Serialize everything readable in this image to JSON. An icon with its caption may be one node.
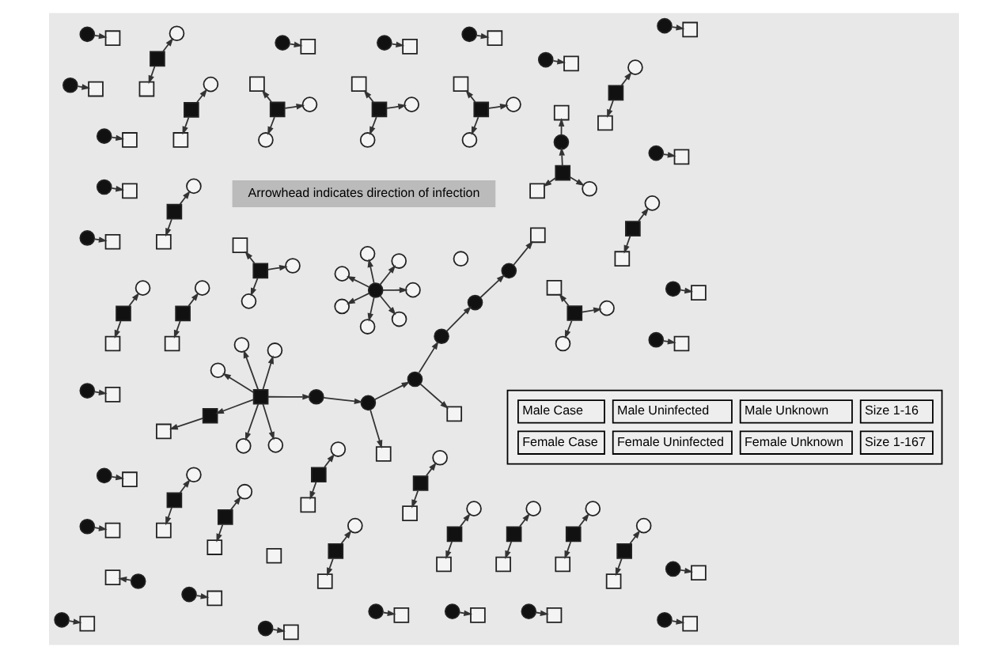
{
  "diagram": {
    "nodes": [
      {
        "text": [],
        "shape": "box"
      },
      {
        "text": [],
        "shape": "circle"
      },
      {
        "text": [],
        "shape": "circle"
      },
      {
        "text": [],
        "shape": "box"
      },
      {
        "text": [],
        "shape": "box"
      },
      {
        "text": [],
        "shape": "circle"
      },
      {
        "text": [],
        "shape": "circle"
      },
      {
        "text": [],
        "shape": "box"
      },
      {
        "text": [],
        "shape": "box"
      },
      {
        "text": [],
        "shape": "circle"
      },
      {
        "text": [],
        "shape": "circle"
      },
      {
        "text": [],
        "shape": "box"
      },
      {
        "text": [],
        "shape": "box"
      },
      {
        "text": [],
        "shape": "circle"
      },
      {
        "text": [],
        "shape": "circle"
      },
      {
        "text": [],
        "shape": "box"
      },
      {
        "text": [],
        "shape": "box"
      },
      {
        "text": [],
        "shape": "circle"
      },
      {
        "text": [],
        "shape": "circle"
      },
      {
        "text": [],
        "shape": "box"
      },
      {
        "text": [],
        "shape": "box"
      },
      {
        "text": [],
        "shape": "circle"
      },
      {
        "text": [],
        "shape": "box"
      },
      {
        "text": [],
        "shape": "circle"
      },
      {
        "text": [],
        "shape": "box"
      },
      {
        "text": [],
        "shape": "box"
      },
      {
        "text": [],
        "shape": "circle"
      },
      {
        "text": [],
        "shape": "circle"
      },
      {
        "text": [],
        "shape": "circle"
      },
      {
        "text": [],
        "shape": "circle"
      },
      {
        "text": [],
        "shape": "circle"
      },
      {
        "text": [],
        "shape": "circle"
      },
      {
        "text": [],
        "shape": "circle"
      },
      {
        "text": [],
        "shape": "circle"
      },
      {
        "text": [],
        "shape": "circle"
      },
      {
        "text": [],
        "shape": "circle"
      },
      {
        "text": [],
        "shape": "box"
      },
      {
        "text": [],
        "shape": "box"
      },
      {
        "text": [],
        "shape": "box"
      },
      {
        "text": [],
        "shape": "circle"
      },
      {
        "text": [],
        "shape": "circle"
      },
      {
        "text": [],
        "shape": "circle"
      },
      {
        "text": [],
        "shape": "circle"
      },
      {
        "text": [],
        "shape": "circle"
      },
      {
        "text": [],
        "shape": "circle"
      },
      {
        "text": [],
        "shape": "circle"
      },
      {
        "text": [],
        "shape": "circle"
      },
      {
        "text": [],
        "shape": "box"
      },
      {
        "text": [],
        "shape": "circle"
      },
      {
        "text": [],
        "shape": "box"
      },
      {
        "text": [],
        "shape": "circle"
      },
      {
        "text": [],
        "shape": "box"
      },
      {
        "text": [],
        "shape": "box"
      },
      {
        "text": [],
        "shape": "circle"
      },
      {
        "text": [],
        "shape": "box"
      },
      {
        "text": [],
        "shape": "box"
      },
      {
        "text": [],
        "shape": "circle"
      },
      {
        "text": [],
        "shape": "box"
      },
      {
        "text": [],
        "shape": "box"
      },
      {
        "text": [],
        "shape": "circle"
      },
      {
        "text": [],
        "shape": "box"
      },
      {
        "text": [],
        "shape": "box"
      },
      {
        "text": [],
        "shape": "circle"
      },
      {
        "text": [],
        "shape": "box"
      },
      {
        "text": [],
        "shape": "box"
      },
      {
        "text": [],
        "shape": "circle"
      },
      {
        "text": [],
        "shape": "box"
      },
      {
        "text": [],
        "shape": "box"
      },
      {
        "text": [],
        "shape": "circle"
      },
      {
        "text": [],
        "shape": "box"
      },
      {
        "text": [],
        "shape": "box"
      },
      {
        "text": [],
        "shape": "circle"
      },
      {
        "text": [],
        "shape": "box"
      },
      {
        "text": [],
        "shape": "box"
      },
      {
        "text": [],
        "shape": "circle"
      },
      {
        "text": [],
        "shape": "box"
      },
      {
        "text": [],
        "shape": "box"
      },
      {
        "text": [],
        "shape": "circle"
      },
      {
        "text": [],
        "shape": "box"
      },
      {
        "text": [],
        "shape": "box"
      },
      {
        "text": [],
        "shape": "circle"
      },
      {
        "text": [],
        "shape": "box"
      },
      {
        "text": [],
        "shape": "box"
      },
      {
        "text": [],
        "shape": "circle"
      },
      {
        "text": [],
        "shape": "box"
      },
      {
        "text": [],
        "shape": "box"
      },
      {
        "text": [],
        "shape": "circle"
      },
      {
        "text": [],
        "shape": "box"
      },
      {
        "text": [],
        "shape": "box"
      },
      {
        "text": [],
        "shape": "circle"
      },
      {
        "text": [],
        "shape": "box"
      },
      {
        "text": [],
        "shape": "box"
      },
      {
        "text": [],
        "shape": "circle"
      },
      {
        "text": [],
        "shape": "box"
      },
      {
        "text": [],
        "shape": "box"
      },
      {
        "text": [],
        "shape": "circle"
      },
      {
        "text": [],
        "shape": "box"
      },
      {
        "text": [],
        "shape": "box"
      },
      {
        "text": [],
        "shape": "circle"
      },
      {
        "text": [],
        "shape": "box"
      },
      {
        "text": [],
        "shape": "circle"
      },
      {
        "text": [],
        "shape": "box"
      },
      {
        "text": [],
        "shape": "circle"
      },
      {
        "text": [],
        "shape": "box"
      },
      {
        "text": [],
        "shape": "circle"
      },
      {
        "text": [],
        "shape": "box"
      },
      {
        "text": [],
        "shape": "circle"
      },
      {
        "text": [],
        "shape": "box"
      },
      {
        "text": [],
        "shape": "circle"
      },
      {
        "text": [],
        "shape": "box"
      },
      {
        "text": [],
        "shape": "circle"
      },
      {
        "text": [],
        "shape": "box"
      },
      {
        "text": [],
        "shape": "circle"
      },
      {
        "text": [],
        "shape": "box"
      },
      {
        "text": [],
        "shape": "circle"
      },
      {
        "text": [],
        "shape": "box"
      },
      {
        "text": [],
        "shape": "circle"
      },
      {
        "text": [],
        "shape": "box"
      },
      {
        "text": [],
        "shape": "circle"
      },
      {
        "text": [],
        "shape": "box"
      },
      {
        "text": [],
        "shape": "circle"
      },
      {
        "text": [],
        "shape": "box"
      },
      {
        "text": [],
        "shape": "circle"
      },
      {
        "text": [],
        "shape": "box"
      },
      {
        "text": [],
        "shape": "circle"
      },
      {
        "text": [],
        "shape": "box"
      },
      {
        "text": [],
        "shape": "circle"
      },
      {
        "text": [],
        "shape": "box"
      },
      {
        "text": [],
        "shape": "circle"
      },
      {
        "text": [],
        "shape": "box"
      },
      {
        "text": [],
        "shape": "circle"
      },
      {
        "text": [],
        "shape": "box"
      },
      {
        "text": [],
        "shape": "circle"
      },
      {
        "text": [],
        "shape": "box"
      },
      {
        "text": [],
        "shape": "circle"
      },
      {
        "text": [],
        "shape": "box"
      },
      {
        "text": [],
        "shape": "circle"
      },
      {
        "text": [],
        "shape": "box"
      },
      {
        "text": [],
        "shape": "circle"
      },
      {
        "text": [],
        "shape": "box"
      },
      {
        "text": [],
        "shape": "circle"
      },
      {
        "text": [],
        "shape": "box"
      },
      {
        "text": [],
        "shape": "circle"
      },
      {
        "text": [],
        "shape": "box"
      },
      {
        "text": [],
        "shape": "circle"
      },
      {
        "text": [],
        "shape": "box"
      },
      {
        "text": [],
        "shape": "circle"
      },
      {
        "text": [],
        "shape": "box"
      },
      {
        "text": [],
        "shape": "circle"
      },
      {
        "text": [],
        "shape": "box"
      }
    ],
    "edges": [
      {
        "from": 0,
        "to": 1,
        "arrow": "to"
      },
      {
        "from": 0,
        "to": 2,
        "arrow": "to"
      },
      {
        "from": 0,
        "to": 3,
        "arrow": "to"
      },
      {
        "from": 4,
        "to": 5,
        "arrow": "to"
      },
      {
        "from": 4,
        "to": 6,
        "arrow": "to"
      },
      {
        "from": 4,
        "to": 7,
        "arrow": "to"
      },
      {
        "from": 8,
        "to": 9,
        "arrow": "to"
      },
      {
        "from": 8,
        "to": 10,
        "arrow": "to"
      },
      {
        "from": 8,
        "to": 11,
        "arrow": "to"
      },
      {
        "from": 12,
        "to": 13,
        "arrow": "to"
      },
      {
        "from": 12,
        "to": 14,
        "arrow": "to"
      },
      {
        "from": 12,
        "to": 15,
        "arrow": "to"
      },
      {
        "from": 16,
        "to": 17,
        "arrow": "to"
      },
      {
        "from": 16,
        "to": 18,
        "arrow": "to"
      },
      {
        "from": 16,
        "to": 19,
        "arrow": "to"
      },
      {
        "from": 21,
        "to": 20,
        "arrow": "to"
      },
      {
        "from": 22,
        "to": 23,
        "arrow": "to"
      },
      {
        "from": 22,
        "to": 24,
        "arrow": "to"
      },
      {
        "from": 24,
        "to": 25,
        "arrow": "to"
      },
      {
        "from": 22,
        "to": 26,
        "arrow": "to"
      },
      {
        "from": 22,
        "to": 27,
        "arrow": "to"
      },
      {
        "from": 22,
        "to": 28,
        "arrow": "to"
      },
      {
        "from": 22,
        "to": 29,
        "arrow": "to"
      },
      {
        "from": 22,
        "to": 30,
        "arrow": "to"
      },
      {
        "from": 30,
        "to": 31,
        "arrow": "to"
      },
      {
        "from": 31,
        "to": 32,
        "arrow": "to"
      },
      {
        "from": 32,
        "to": 33,
        "arrow": "to"
      },
      {
        "from": 33,
        "to": 34,
        "arrow": "to"
      },
      {
        "from": 34,
        "to": 35,
        "arrow": "to"
      },
      {
        "from": 35,
        "to": 36,
        "arrow": "to"
      },
      {
        "from": 31,
        "to": 37,
        "arrow": "to"
      },
      {
        "from": 32,
        "to": 38,
        "arrow": "to"
      },
      {
        "from": 39,
        "to": 40,
        "arrow": "to"
      },
      {
        "from": 39,
        "to": 41,
        "arrow": "to"
      },
      {
        "from": 39,
        "to": 42,
        "arrow": "to"
      },
      {
        "from": 39,
        "to": 43,
        "arrow": "to"
      },
      {
        "from": 39,
        "to": 44,
        "arrow": "to"
      },
      {
        "from": 39,
        "to": 45,
        "arrow": "to"
      },
      {
        "from": 39,
        "to": 46,
        "arrow": "to"
      },
      {
        "from": 47,
        "to": 48,
        "arrow": "to"
      },
      {
        "from": 47,
        "to": 49,
        "arrow": "to"
      },
      {
        "from": 47,
        "to": 50,
        "arrow": "to"
      },
      {
        "from": 50,
        "to": 51,
        "arrow": "to"
      },
      {
        "from": 52,
        "to": 53,
        "arrow": "to"
      },
      {
        "from": 52,
        "to": 54,
        "arrow": "to"
      },
      {
        "from": 55,
        "to": 56,
        "arrow": "to"
      },
      {
        "from": 55,
        "to": 57,
        "arrow": "to"
      },
      {
        "from": 58,
        "to": 59,
        "arrow": "to"
      },
      {
        "from": 58,
        "to": 60,
        "arrow": "to"
      },
      {
        "from": 61,
        "to": 62,
        "arrow": "to"
      },
      {
        "from": 61,
        "to": 63,
        "arrow": "to"
      },
      {
        "from": 64,
        "to": 65,
        "arrow": "to"
      },
      {
        "from": 64,
        "to": 66,
        "arrow": "to"
      },
      {
        "from": 67,
        "to": 68,
        "arrow": "to"
      },
      {
        "from": 67,
        "to": 69,
        "arrow": "to"
      },
      {
        "from": 70,
        "to": 71,
        "arrow": "to"
      },
      {
        "from": 70,
        "to": 72,
        "arrow": "to"
      },
      {
        "from": 73,
        "to": 74,
        "arrow": "to"
      },
      {
        "from": 73,
        "to": 75,
        "arrow": "to"
      },
      {
        "from": 76,
        "to": 77,
        "arrow": "to"
      },
      {
        "from": 76,
        "to": 78,
        "arrow": "to"
      },
      {
        "from": 79,
        "to": 80,
        "arrow": "to"
      },
      {
        "from": 79,
        "to": 81,
        "arrow": "to"
      },
      {
        "from": 82,
        "to": 83,
        "arrow": "to"
      },
      {
        "from": 82,
        "to": 84,
        "arrow": "to"
      },
      {
        "from": 85,
        "to": 86,
        "arrow": "to"
      },
      {
        "from": 85,
        "to": 87,
        "arrow": "to"
      },
      {
        "from": 88,
        "to": 89,
        "arrow": "to"
      },
      {
        "from": 88,
        "to": 90,
        "arrow": "to"
      },
      {
        "from": 91,
        "to": 92,
        "arrow": "to"
      },
      {
        "from": 91,
        "to": 93,
        "arrow": "to"
      },
      {
        "from": 94,
        "to": 95,
        "arrow": "to"
      },
      {
        "from": 94,
        "to": 96,
        "arrow": "to"
      },
      {
        "from": 97,
        "to": 98,
        "arrow": "to"
      },
      {
        "from": 97,
        "to": 99,
        "arrow": "to"
      },
      {
        "from": 100,
        "to": 101,
        "arrow": "to"
      },
      {
        "from": 102,
        "to": 103,
        "arrow": "to"
      },
      {
        "from": 104,
        "to": 105,
        "arrow": "to"
      },
      {
        "from": 106,
        "to": 107,
        "arrow": "to"
      },
      {
        "from": 108,
        "to": 109,
        "arrow": "to"
      },
      {
        "from": 110,
        "to": 111,
        "arrow": "to"
      },
      {
        "from": 112,
        "to": 113,
        "arrow": "to"
      },
      {
        "from": 114,
        "to": 115,
        "arrow": "to"
      },
      {
        "from": 116,
        "to": 117,
        "arrow": "to"
      },
      {
        "from": 118,
        "to": 119,
        "arrow": "to"
      },
      {
        "from": 120,
        "to": 121,
        "arrow": "to"
      },
      {
        "from": 122,
        "to": 123,
        "arrow": "to"
      },
      {
        "from": 124,
        "to": 125,
        "arrow": "to"
      },
      {
        "from": 126,
        "to": 127,
        "arrow": "to"
      },
      {
        "from": 128,
        "to": 129,
        "arrow": "to"
      },
      {
        "from": 130,
        "to": 131,
        "arrow": "to"
      },
      {
        "from": 132,
        "to": 133,
        "arrow": "to"
      },
      {
        "from": 134,
        "to": 135,
        "arrow": "to"
      },
      {
        "from": 136,
        "to": 137,
        "arrow": "to"
      },
      {
        "from": 138,
        "to": 139,
        "arrow": "to"
      },
      {
        "from": 140,
        "to": 141,
        "arrow": "to"
      },
      {
        "from": 142,
        "to": 143,
        "arrow": "to"
      },
      {
        "from": 144,
        "to": 145,
        "arrow": "to"
      },
      {
        "from": 146,
        "to": 147,
        "arrow": "to"
      }
    ],
    "labels": [
      "Arrowhead indicates direction of infection"
    ],
    "legend": [
      {
        "text": "Male Case"
      },
      {
        "text": "Female Case"
      },
      {
        "text": "Male Uninfected"
      },
      {
        "text": "Female Uninfected"
      },
      {
        "text": "Male Unknown"
      },
      {
        "text": "Female Unknown"
      },
      {
        "text": "Size 1-16"
      },
      {
        "text": "Size 1-167"
      }
    ]
  }
}
